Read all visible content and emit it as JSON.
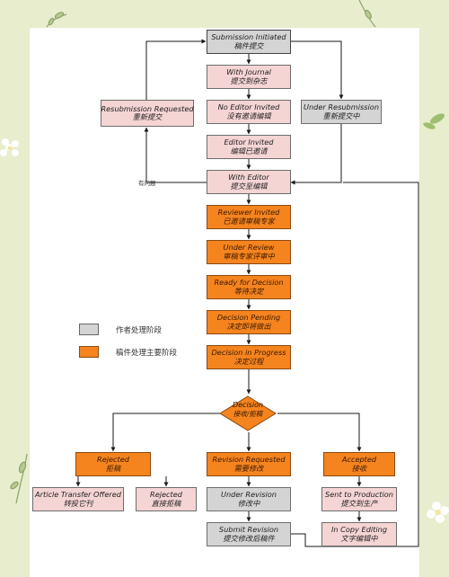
{
  "nodes": {
    "submission_initiated": {
      "en": "Submission Initiated",
      "zh": "稿件提交"
    },
    "with_journal": {
      "en": "With Journal",
      "zh": "提交到杂志"
    },
    "no_editor_invited": {
      "en": "No Editor Invited",
      "zh": "没有邀请编辑"
    },
    "editor_invited": {
      "en": "Editor Invited",
      "zh": "编辑已邀请"
    },
    "with_editor": {
      "en": "With Editor",
      "zh": "提交至编辑"
    },
    "reviewer_invited": {
      "en": "Reviewer Invited",
      "zh": "已邀请审稿专家"
    },
    "under_review": {
      "en": "Under Review",
      "zh": "审稿专家评审中"
    },
    "ready_for_decision": {
      "en": "Ready for Decision",
      "zh": "等待决定"
    },
    "decision_pending": {
      "en": "Decision Pending",
      "zh": "决定即将做出"
    },
    "decision_in_progress": {
      "en": "Decision in Progress",
      "zh": "决定过程"
    },
    "decision": {
      "en": "Decision",
      "zh": "接收/拒稿"
    },
    "resubmission_requested": {
      "en": "Resubmission Requested",
      "zh": "重新提交"
    },
    "under_resubmission": {
      "en": "Under Resubmission",
      "zh": "重新提交中"
    },
    "rejected": {
      "en": "Rejected",
      "zh": "拒稿"
    },
    "article_transfer_offered": {
      "en": "Article Transfer Offered",
      "zh": "转投它刊"
    },
    "rejected_direct": {
      "en": "Rejected",
      "zh": "直接拒稿"
    },
    "revision_requested": {
      "en": "Revision Requested",
      "zh": "需要修改"
    },
    "under_revision": {
      "en": "Under Revision",
      "zh": "修改中"
    },
    "submit_revision": {
      "en": "Submit Revision",
      "zh": "提交修改后稿件"
    },
    "accepted": {
      "en": "Accepted",
      "zh": "接收"
    },
    "sent_to_production": {
      "en": "Sent to Production",
      "zh": "提交到生产"
    },
    "in_copy_editing": {
      "en": "In Copy Editing",
      "zh": "文字编辑中"
    }
  },
  "edge_labels": {
    "issue": "有问题"
  },
  "legend": [
    {
      "label": "作者处理阶段",
      "color": "#d4d4d4"
    },
    {
      "label": "稿件处理主要阶段",
      "color": "#f5841f"
    }
  ],
  "colors": {
    "author_stage": "#d4d4d4",
    "main_stage": "#f5841f",
    "editorial_stage": "#f5d4d4",
    "background": "#e7edcd",
    "connector": "#1a1a1a"
  }
}
